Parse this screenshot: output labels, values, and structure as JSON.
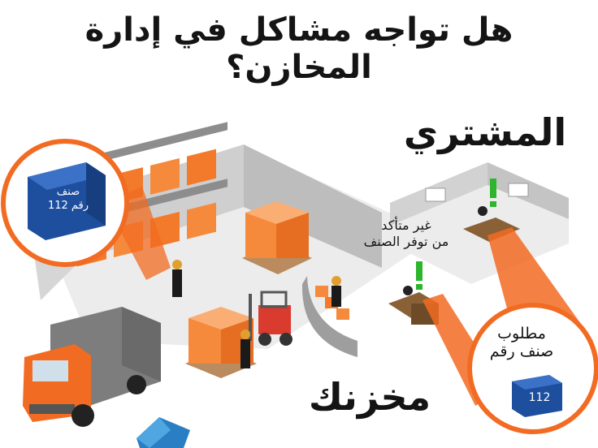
{
  "title": "هل تواجه مشاكل في إدارة المخازن؟",
  "labels": {
    "buyer": "المشتري",
    "warehouse": "مخزنك",
    "unsure_line1": "غير متأكد",
    "unsure_line2": "من توفر الصنف",
    "required_line1": "مطلوب",
    "required_line2": "صنف رقم"
  },
  "callouts": {
    "left_box_line1": "صنف",
    "left_box_line2": "رقم 112",
    "right_box_number": "112"
  },
  "colors": {
    "orange": "#f26b22",
    "box_orange": "#f58a3c",
    "blue_box": "#1e4f9e",
    "floor": "#ececec",
    "wall": "#c9c9c9"
  },
  "icons": [
    "exclamation-icon",
    "forklift-icon",
    "truck-icon",
    "worker-icon",
    "cube-icon"
  ]
}
